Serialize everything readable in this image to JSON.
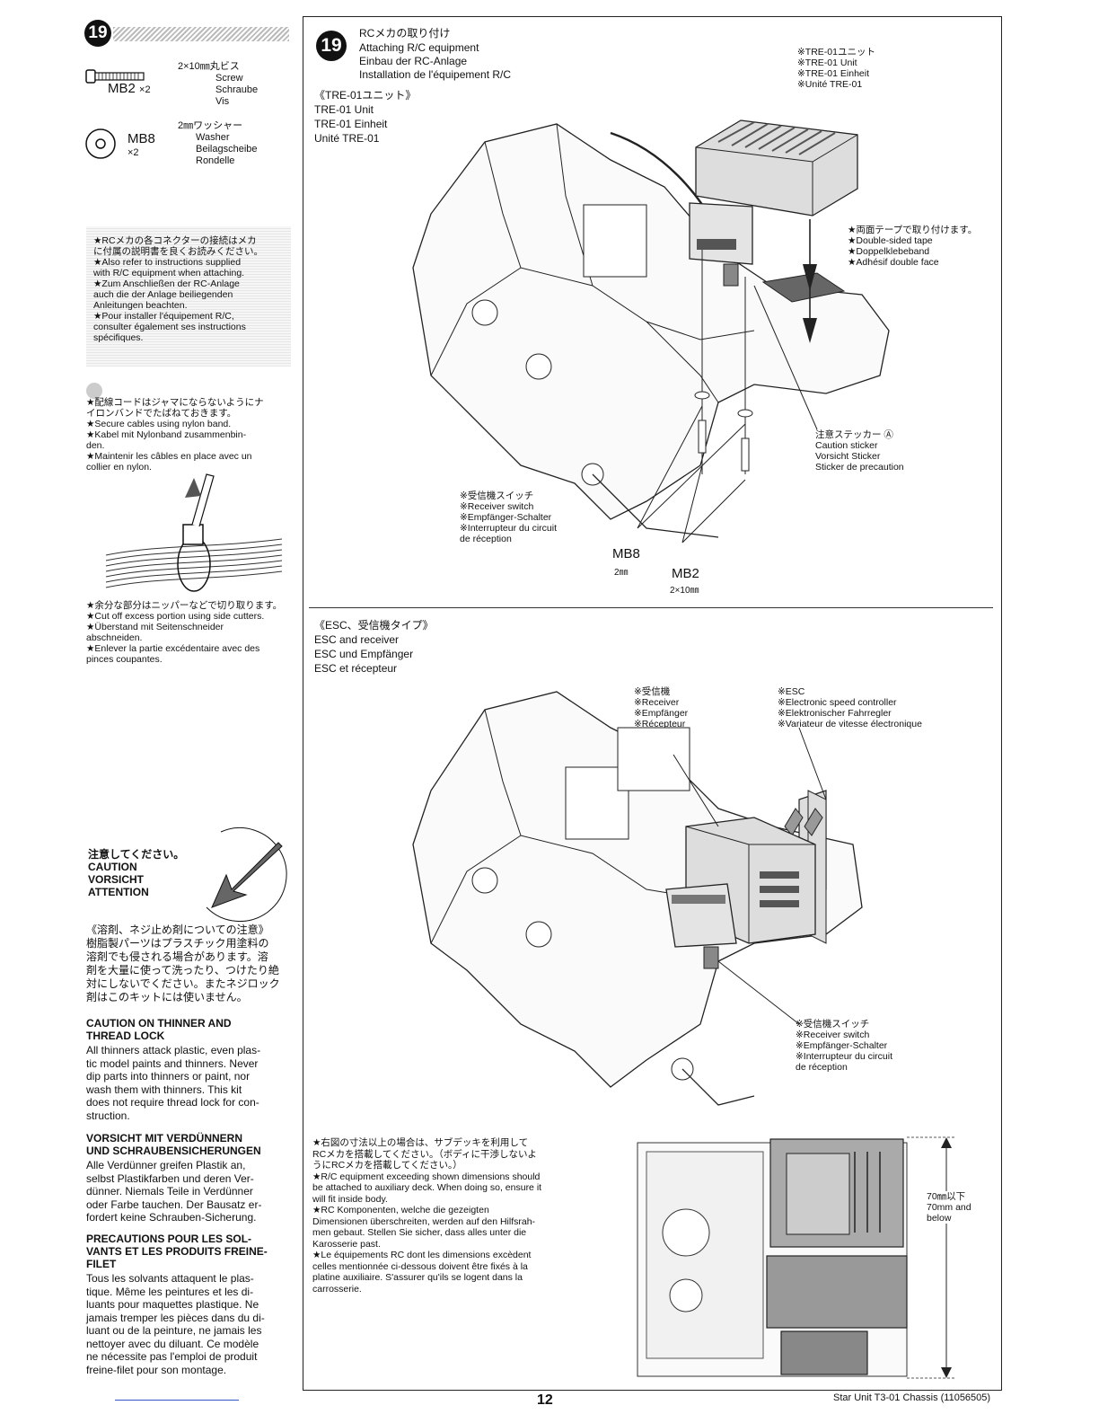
{
  "left": {
    "step_number": "19",
    "mb2": {
      "jp": "2×10㎜丸ビス",
      "en": "Screw",
      "de": "Schraube",
      "fr": "Vis",
      "code": "MB2",
      "qty": "×2"
    },
    "mb8": {
      "jp": "2㎜ワッシャー",
      "en": "Washer",
      "de": "Beilagscheibe",
      "fr": "Rondelle",
      "code": "MB8",
      "qty": "×2"
    },
    "note_rc": "★RCメカの各コネクターの接続はメカ\nに付属の説明書を良くお読みください。\n★Also refer to instructions supplied\nwith R/C equipment when attaching.\n★Zum Anschließen der RC-Anlage\nauch die der Anlage beiliegenden\nAnleitungen beachten.\n★Pour installer l'équipement R/C,\nconsulter également ses instructions\nspécifiques.",
    "note_cable": "★配線コードはジャマにならないようにナ\nイロンバンドでたばねておきます。\n★Secure cables using nylon band.\n★Kabel mit Nylonband zusammenbin-\nden.\n★Maintenir les câbles en place avec un\ncollier en nylon.",
    "note_cut": "★余分な部分はニッパーなどで切り取ります。\n★Cut off excess portion using side cutters.\n★Überstand    mit    Seitenschneider\nabschneiden.\n★Enlever la partie excédentaire avec des\npinces coupantes.",
    "caution_label": "注意してください。\nCAUTION\nVORSICHT\nATTENTION",
    "thinner_jp": "《溶剤、ネジ止め剤についての注意》\n樹脂製パーツはプラスチック用塗料の\n溶剤でも侵される場合があります。溶\n剤を大量に使って洗ったり、つけたり絶\n対にしないでください。またネジロック\n剤はこのキットには使いません。",
    "thinner_en_title": "CAUTION ON THINNER AND\nTHREAD LOCK",
    "thinner_en": "All thinners attack plastic, even plas-\ntic model paints and thinners. Never\ndip parts into thinners or paint, nor\nwash them with thinners. This kit\ndoes not require thread lock for con-\nstruction.",
    "thinner_de_title": "VORSICHT MIT VERDÜNNERN\nUND SCHRAUBENSICHERUNGEN",
    "thinner_de": "Alle Verdünner greifen Plastik an,\nselbst Plastikfarben und deren Ver-\ndünner. Niemals Teile in Verdünner\noder Farbe tauchen. Der Bausatz er-\nfordert keine Schrauben-Sicherung.",
    "thinner_fr_title": "PRECAUTIONS POUR LES SOL-\nVANTS ET LES PRODUITS FREINE-\nFILET",
    "thinner_fr": "Tous les solvants attaquent le plas-\ntique. Même les peintures et les di-\nluants pour maquettes plastique. Ne\njamais tremper les pièces dans du di-\nluant ou de la peinture, ne jamais les\nnettoyer avec du diluant. Ce modèle\nne nécessite pas l'emploi de produit\nfreine-filet pour son montage."
  },
  "main": {
    "step_number": "19",
    "title_jp": "RCメカの取り付け",
    "title_en": "Attaching R/C equipment",
    "title_de": "Einbau der RC-Anlage",
    "title_fr": "Installation de l'équipement R/C",
    "tre_heading": "《TRE-01ユニット》\nTRE-01 Unit\nTRE-01 Einheit\nUnité TRE-01",
    "tre_unit_label": "※TRE-01ユニット\n※TRE-01 Unit\n※TRE-01 Einheit\n※Unité TRE-01",
    "tape_label": "★両面テープで取り付けます。\n★Double-sided tape\n★Doppelklebeband\n★Adhésif double face",
    "caution_sticker": "注意ステッカー Ⓐ\nCaution sticker\nVorsicht Sticker\nSticker de precaution",
    "receiver_switch_1": "※受信機スイッチ\n※Receiver switch\n※Empfänger-Schalter\n※Interrupteur du circuit\nde réception",
    "mb8_code": "MB8",
    "mb8_size": "2㎜",
    "mb2_code": "MB2",
    "mb2_size": "2×10㎜",
    "esc_heading": "《ESC、受信機タイプ》\nESC and receiver\nESC und Empfänger\nESC et récepteur",
    "receiver_label": "※受信機\n※Receiver\n※Empfänger\n※Récepteur",
    "esc_label": "※ESC\n※Electronic speed controller\n※Elektronischer Fahrregler\n※Variateur de vitesse électronique",
    "receiver_switch_2": "※受信機スイッチ\n※Receiver switch\n※Empfänger-Schalter\n※Interrupteur du circuit\nde réception",
    "dimension_note": "★右図の寸法以上の場合は、サブデッキを利用して\nRCメカを搭載してください。（ボディに干渉しないよ\nうにRCメカを搭載してください。）\n★R/C equipment exceeding shown dimensions should\nbe attached to auxiliary deck. When doing so, ensure it\nwill fit inside body.\n★RC    Komponenten,    welche    die    gezeigten\nDimensionen überschreiten, werden auf den Hilfsrah-\nmen gebaut. Stellen Sie sicher, dass alles unter die\nKarosserie past.\n★Le équipements RC dont les dimensions excèdent\ncelles mentionnée ci-dessous doivent être fixés à la\nplatine auxiliaire. S'assurer qu'ils se logent dans la\ncarrosserie.",
    "height_label": "70㎜以下\n70mm and\nbelow"
  },
  "footer": {
    "page_number": "12",
    "product": "Star Unit T3-01 Chassis (11056505)"
  }
}
